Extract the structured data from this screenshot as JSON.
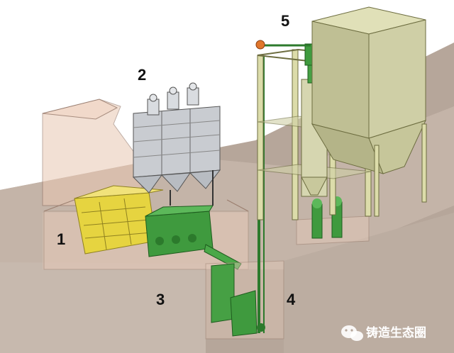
{
  "labels": {
    "one": "1",
    "two": "2",
    "three": "3",
    "four": "4",
    "five": "5"
  },
  "watermark": {
    "text": "铸造生态圈",
    "icon": "wechat-icon"
  },
  "colors": {
    "ground": "#b9a99e",
    "pit_glass": "#e2c8b8",
    "shakeout_yellow": "#e8d64a",
    "equipment_green": "#3e9a3e",
    "silo_grey": "#c9ccd1",
    "storage_tower": "#cfcfa6"
  }
}
